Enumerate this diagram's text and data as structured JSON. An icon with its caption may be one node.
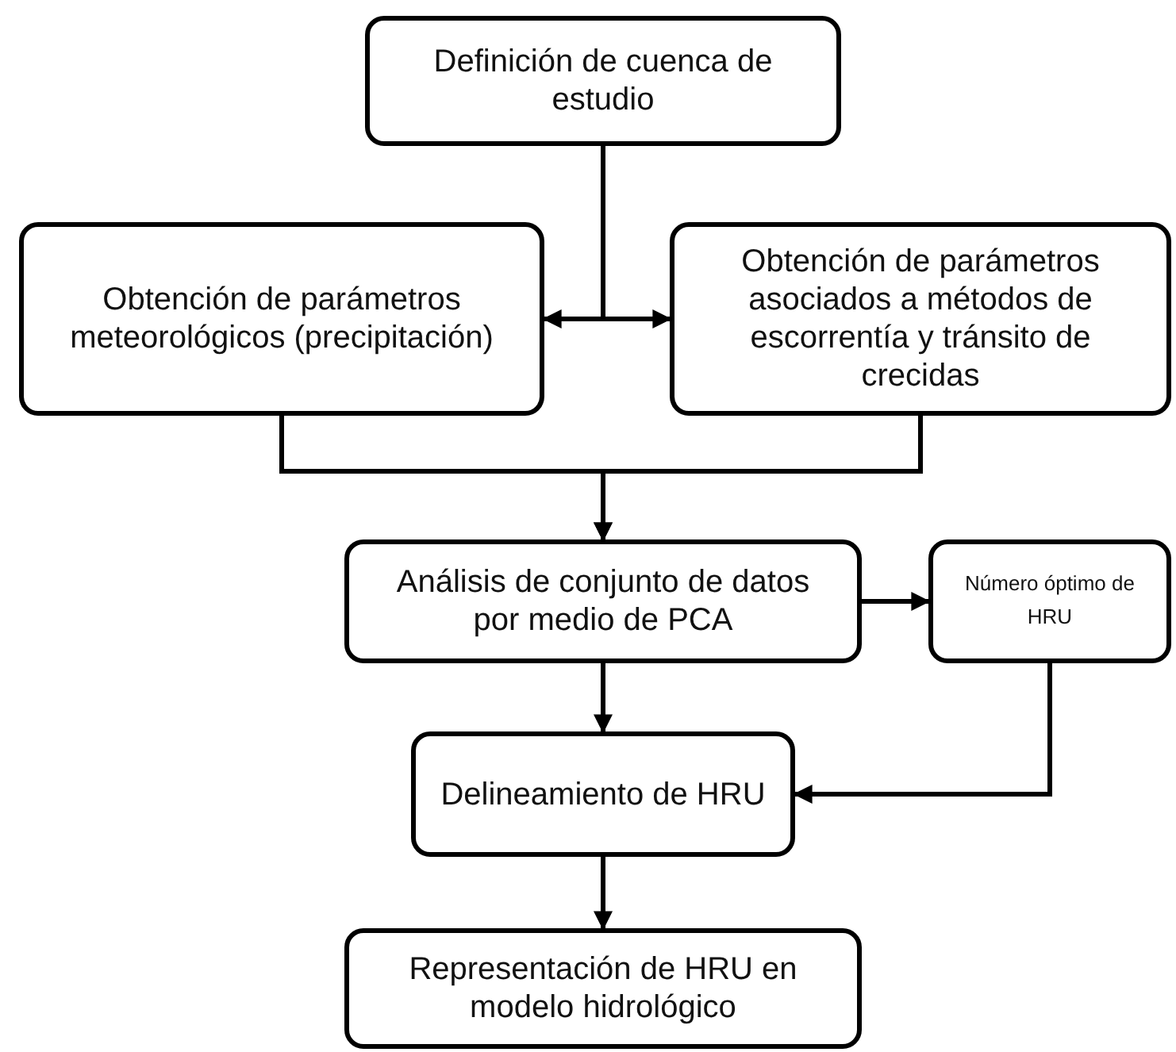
{
  "diagram": {
    "nodes": [
      {
        "text": [
          "Definición de cuenca de estudio"
        ]
      },
      {
        "text": [
          "Obtención de parámetros meteorológicos (precipitación)"
        ]
      },
      {
        "text": [
          "Obtención de parámetros asociados a métodos de escorrentía y tránsito de crecidas"
        ]
      },
      {
        "text": [
          "Análisis de conjunto de datos por medio de PCA"
        ]
      },
      {
        "text": [
          "Número óptimo de HRU"
        ]
      },
      {
        "text": [
          "Delineamiento de HRU"
        ]
      },
      {
        "text": [
          "Representación de HRU en modelo hidrológico"
        ]
      }
    ],
    "edges": [
      {
        "from": 0,
        "to": 1,
        "arrow": "to"
      },
      {
        "from": 0,
        "to": 2,
        "arrow": "to"
      },
      {
        "from": 1,
        "to": 3,
        "arrow": "to"
      },
      {
        "from": 2,
        "to": 3,
        "arrow": "to"
      },
      {
        "from": 3,
        "to": 4,
        "arrow": "to"
      },
      {
        "from": 3,
        "to": 5,
        "arrow": "to"
      },
      {
        "from": 4,
        "to": 5,
        "arrow": "to"
      },
      {
        "from": 5,
        "to": 6,
        "arrow": "to"
      }
    ]
  }
}
